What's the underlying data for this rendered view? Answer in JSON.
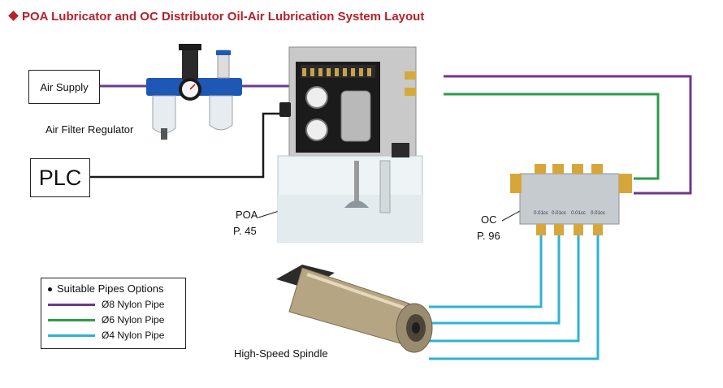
{
  "title": "POA Lubricator and OC Distributor Oil-Air Lubrication System Layout",
  "boxes": {
    "air_supply": "Air Supply",
    "plc": "PLC"
  },
  "labels": {
    "air_filter_regulator": "Air Filter Regulator",
    "poa_name": "POA",
    "poa_page": "P. 45",
    "oc_name": "OC",
    "oc_page": "P. 96",
    "spindle": "High-Speed Spindle"
  },
  "distributor_ports": [
    "0.01cc",
    "0.01cc",
    "0.01cc",
    "0.01cc"
  ],
  "legend": {
    "title": "Suitable Pipes Options",
    "items": [
      {
        "label": "Ø8 Nylon Pipe",
        "color": "#6b3a8c"
      },
      {
        "label": "Ø6 Nylon Pipe",
        "color": "#2e9a4e"
      },
      {
        "label": "Ø4 Nylon Pipe",
        "color": "#2fb3d1"
      }
    ]
  },
  "colors": {
    "pipe_8mm": "#6b3a8c",
    "pipe_6mm": "#2e9a4e",
    "pipe_4mm": "#2fb3d1",
    "signal_wire": "#1a1a1a",
    "title": "#b8202a"
  }
}
